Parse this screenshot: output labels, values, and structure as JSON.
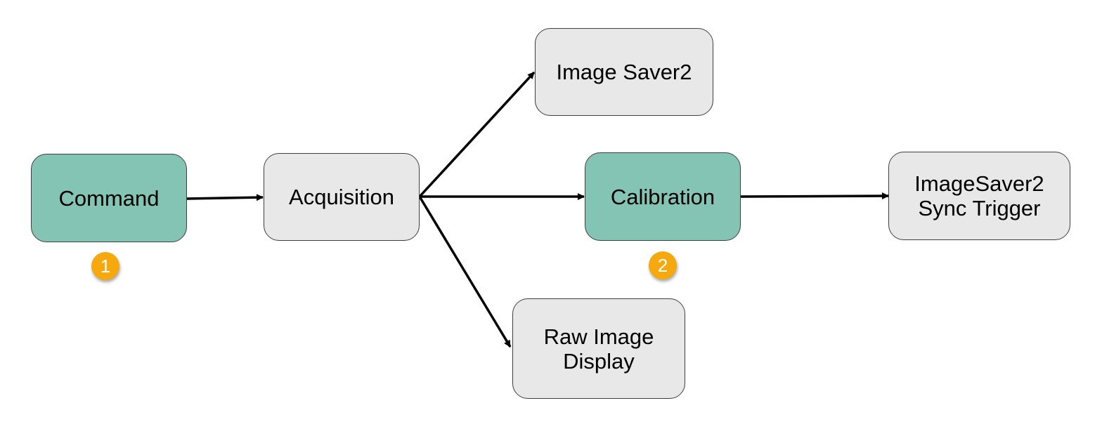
{
  "diagram": {
    "type": "flowchart",
    "colors": {
      "highlight_node_fill": "#84c4b4",
      "default_node_fill": "#e8e8e8",
      "node_border": "#3f3f3f",
      "edge": "#000000",
      "badge_fill": "#f5a90f",
      "badge_text": "#ffffff"
    },
    "nodes": [
      {
        "id": "command",
        "label": "Command",
        "highlighted": true,
        "badge": "1"
      },
      {
        "id": "acquisition",
        "label": "Acquisition",
        "highlighted": false
      },
      {
        "id": "image_saver2",
        "label": "Image Saver2",
        "highlighted": false
      },
      {
        "id": "calibration",
        "label": "Calibration",
        "highlighted": true,
        "badge": "2"
      },
      {
        "id": "raw_image_display",
        "label": "Raw Image\nDisplay",
        "highlighted": false
      },
      {
        "id": "imagesaver2_sync_trigger",
        "label": "ImageSaver2\nSync Trigger",
        "highlighted": false
      }
    ],
    "edges": [
      {
        "from": "command",
        "to": "acquisition"
      },
      {
        "from": "acquisition",
        "to": "image_saver2"
      },
      {
        "from": "acquisition",
        "to": "calibration"
      },
      {
        "from": "acquisition",
        "to": "raw_image_display"
      },
      {
        "from": "calibration",
        "to": "imagesaver2_sync_trigger"
      }
    ]
  }
}
